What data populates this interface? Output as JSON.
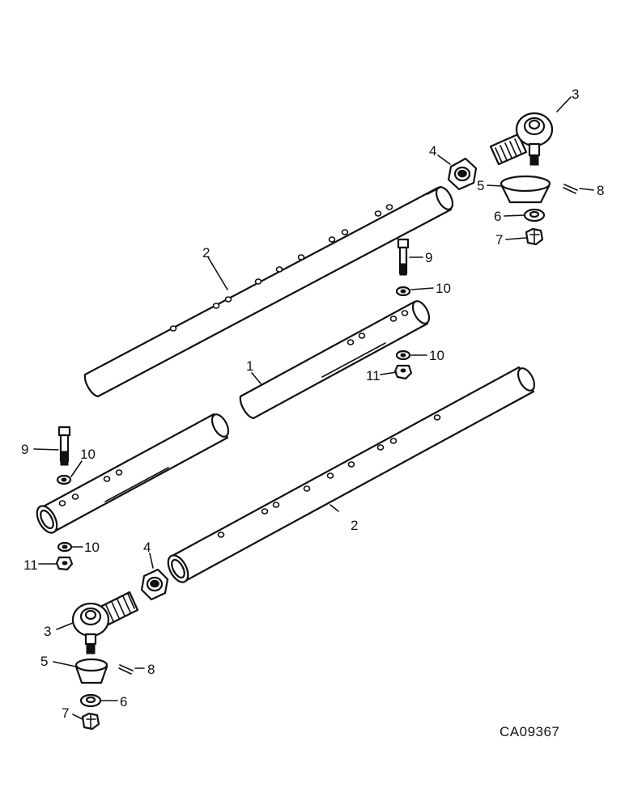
{
  "drawing_code": "CA09367",
  "callouts": {
    "c1": "1",
    "c2_upper": "2",
    "c2_lower": "2",
    "c3_upper": "3",
    "c3_lower": "3",
    "c4_upper": "4",
    "c4_lower": "4",
    "c5_upper": "5",
    "c5_lower": "5",
    "c6_upper": "6",
    "c6_lower": "6",
    "c7_upper": "7",
    "c7_lower": "7",
    "c8_upper": "8",
    "c8_lower": "8",
    "c9_upper": "9",
    "c9_left": "9",
    "c10_a": "10",
    "c10_b": "10",
    "c10_c": "10",
    "c10_d": "10",
    "c11_right": "11",
    "c11_left": "11"
  }
}
